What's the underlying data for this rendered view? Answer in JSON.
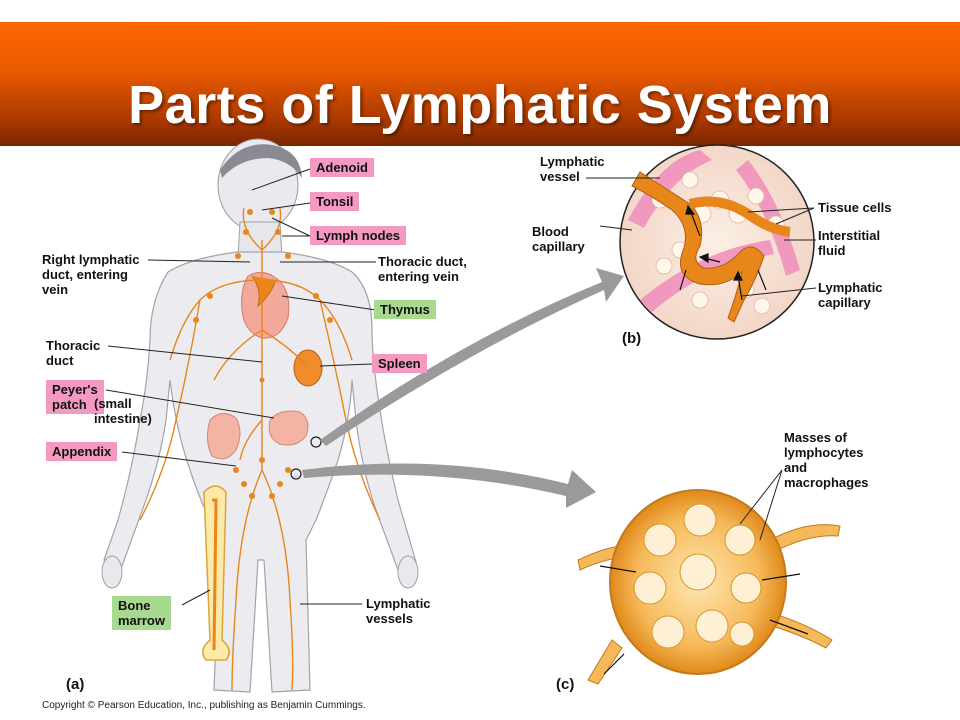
{
  "title": "Parts of Lymphatic System",
  "labels": {
    "adenoid": "Adenoid",
    "tonsil": "Tonsil",
    "lymph_nodes": "Lymph nodes",
    "right_lymphatic_duct": "Right lymphatic\nduct, entering\nvein",
    "thoracic_duct_entering": "Thoracic duct,\nentering vein",
    "thymus": "Thymus",
    "thoracic_duct": "Thoracic\nduct",
    "spleen": "Spleen",
    "peyers_patch": "Peyer's\npatch",
    "small_intestine": "(small\nintestine)",
    "appendix": "Appendix",
    "bone_marrow": "Bone\nmarrow",
    "lymphatic_vessels": "Lymphatic\nvessels",
    "lymphatic_vessel": "Lymphatic\nvessel",
    "blood_capillary": "Blood\ncapillary",
    "tissue_cells": "Tissue cells",
    "interstitial_fluid": "Interstitial\nfluid",
    "lymphatic_capillary": "Lymphatic\ncapillary",
    "masses": "Masses of\nlymphocytes\nand\nmacrophages"
  },
  "panels": {
    "a": "(a)",
    "b": "(b)",
    "c": "(c)"
  },
  "copyright": "Copyright © Pearson Education, Inc., publishing as Benjamin Cummings.",
  "colors": {
    "banner": "#ff6600",
    "pink_label": "#f49ac2",
    "green_label": "#a7d98f",
    "lymph": "#e8861a",
    "body": "#e8e8ec"
  }
}
